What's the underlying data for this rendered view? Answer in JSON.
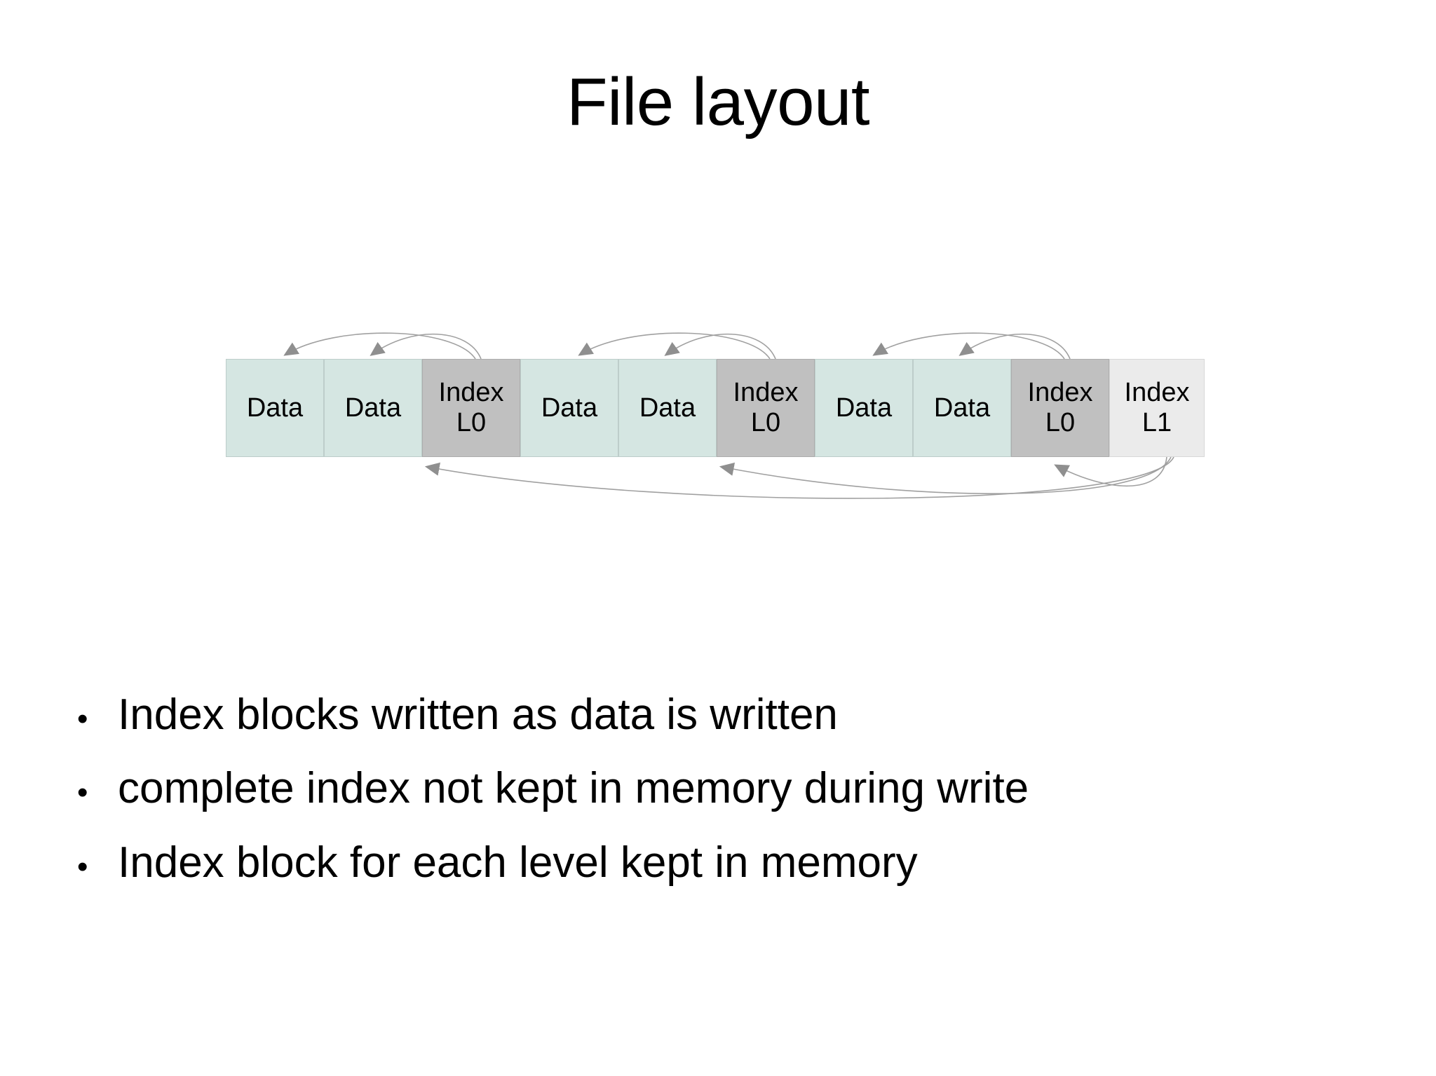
{
  "slide": {
    "title": "File layout",
    "background_color": "#ffffff"
  },
  "diagram": {
    "name": "file-layout-block-diagram",
    "colors": {
      "data_block": "#d5e6e2",
      "index_l0_block": "#c0c0c0",
      "index_l1_block": "#ebebeb",
      "arrow": "#9a9a9a",
      "block_border": "#b6c4c2"
    },
    "blocks": [
      {
        "label": "Data",
        "label_line2": "",
        "type": "data"
      },
      {
        "label": "Data",
        "label_line2": "",
        "type": "data"
      },
      {
        "label": "Index",
        "label_line2": "L0",
        "type": "index-l0"
      },
      {
        "label": "Data",
        "label_line2": "",
        "type": "data"
      },
      {
        "label": "Data",
        "label_line2": "",
        "type": "data"
      },
      {
        "label": "Index",
        "label_line2": "L0",
        "type": "index-l0"
      },
      {
        "label": "Data",
        "label_line2": "",
        "type": "data"
      },
      {
        "label": "Data",
        "label_line2": "",
        "type": "data"
      },
      {
        "label": "Index",
        "label_line2": "L0",
        "type": "index-l0"
      },
      {
        "label": "Index",
        "label_line2": "L1",
        "type": "index-l1"
      }
    ],
    "arrows": {
      "above_description": "each Index L0 block points back to the two preceding Data blocks",
      "below_description": "the Index L1 block points back to each of the three Index L0 blocks",
      "above_count": 6,
      "below_count": 3
    }
  },
  "bullets": [
    {
      "marker": "•",
      "text": "Index blocks written as data is written"
    },
    {
      "marker": "•",
      "text": "complete index not kept in memory during write"
    },
    {
      "marker": "•",
      "text": "Index block for each level kept in memory"
    }
  ]
}
